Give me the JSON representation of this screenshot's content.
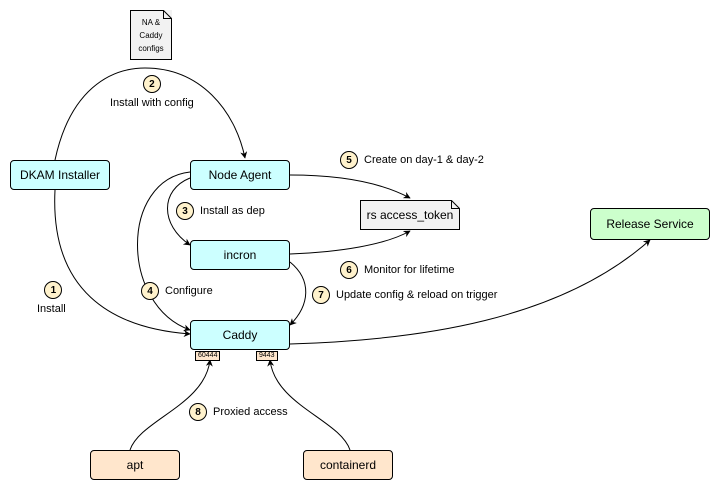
{
  "nodes": {
    "dkam_installer": "DKAM Installer",
    "node_agent": "Node Agent",
    "incron": "incron",
    "caddy": "Caddy",
    "release_service": "Release Service",
    "apt": "apt",
    "containerd": "containerd"
  },
  "documents": {
    "configs": [
      "NA &",
      "Caddy",
      "configs"
    ],
    "access_token": "rs access_token"
  },
  "ports": {
    "left": "60444",
    "right": "9443"
  },
  "steps": [
    {
      "num": "1",
      "label": "Install"
    },
    {
      "num": "2",
      "label": "Install with config"
    },
    {
      "num": "3",
      "label": "Install as dep"
    },
    {
      "num": "4",
      "label": "Configure"
    },
    {
      "num": "5",
      "label": "Create on day-1 & day-2"
    },
    {
      "num": "6",
      "label": "Monitor for lifetime"
    },
    {
      "num": "7",
      "label": "Update config & reload on trigger"
    },
    {
      "num": "8",
      "label": "Proxied access"
    }
  ],
  "colors": {
    "agent_boxes": "#ccffff",
    "release_service": "#ccffcc",
    "clients": "#ffe6cc",
    "step_badges": "#fff2cc",
    "documents": "#f2f2f2"
  }
}
